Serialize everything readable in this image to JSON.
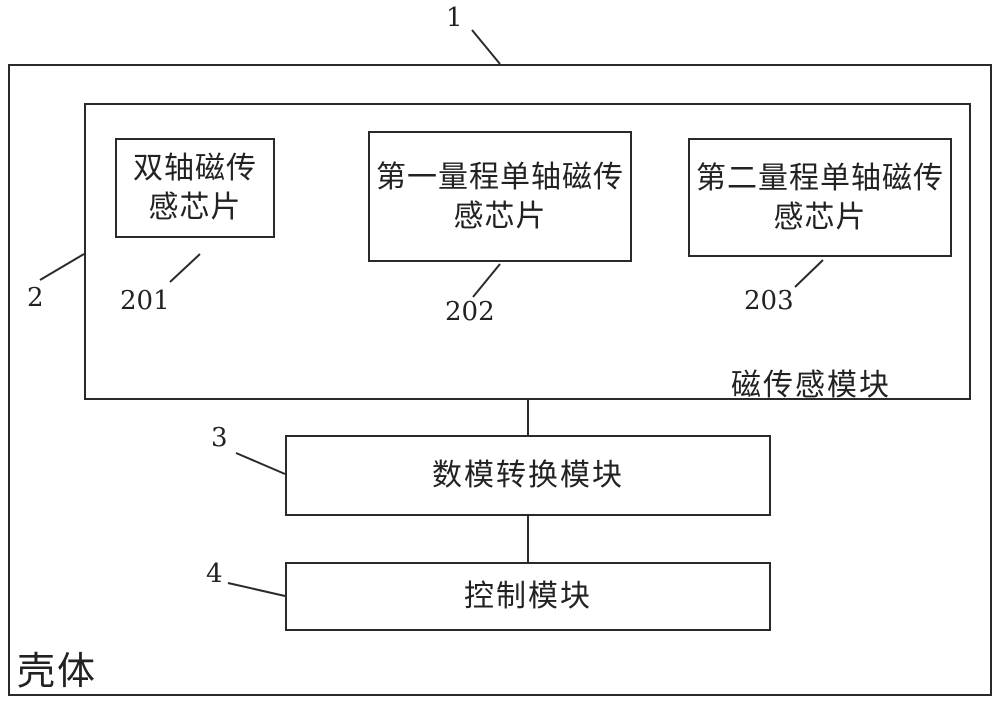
{
  "housing": {
    "label": "壳体",
    "ref": "1"
  },
  "magnetic_module": {
    "label": "磁传感模块",
    "ref": "2",
    "chips": [
      {
        "label": "双轴磁传感芯片",
        "ref": "201"
      },
      {
        "label": "第一量程单轴磁传感芯片",
        "ref": "202"
      },
      {
        "label": "第二量程单轴磁传感芯片",
        "ref": "203"
      }
    ]
  },
  "adc_module": {
    "label": "数模转换模块",
    "ref": "3"
  },
  "control_module": {
    "label": "控制模块",
    "ref": "4"
  }
}
